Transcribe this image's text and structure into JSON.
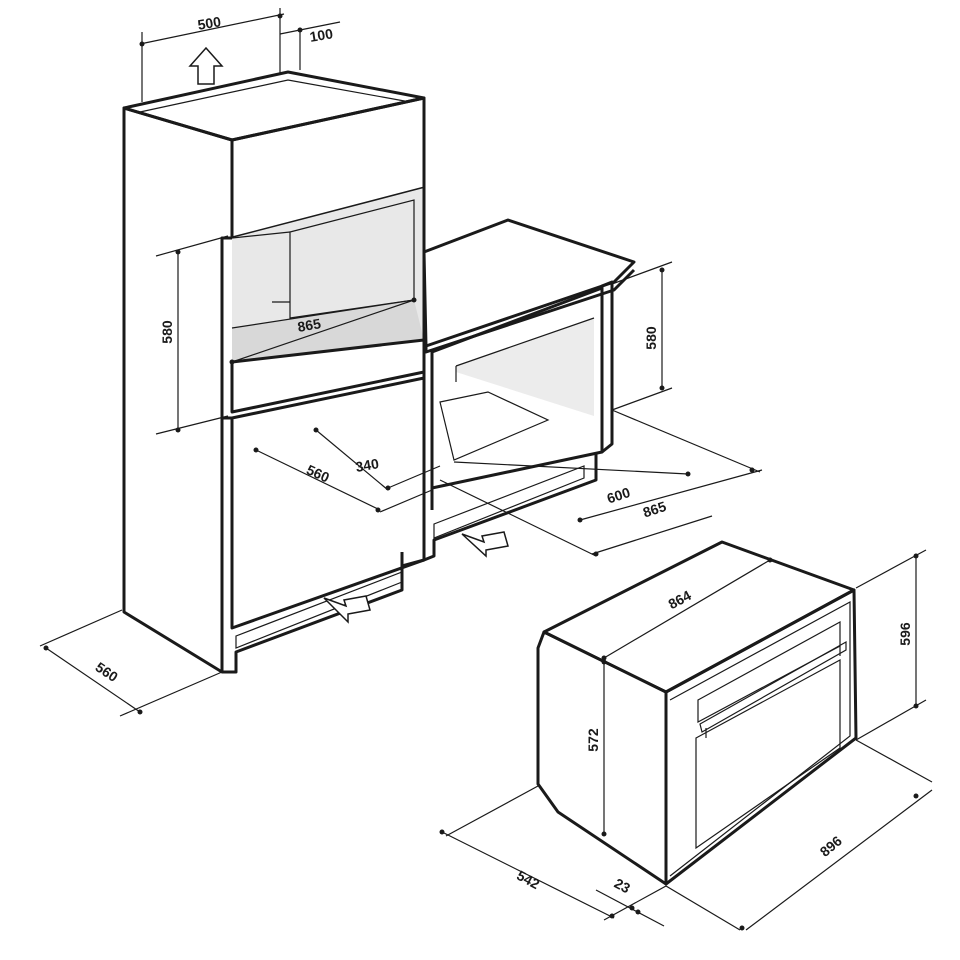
{
  "dimensions": {
    "cabinet_top_width": "500",
    "cabinet_top_gap": "100",
    "tall_opening_height": "580",
    "tall_opening_width": "865",
    "tall_cabinet_depth_inner": "560",
    "tall_cutout_depth": "340",
    "tall_cabinet_depth": "560",
    "base_opening_height": "580",
    "base_depth": "600",
    "base_width": "865",
    "oven_width": "864",
    "oven_front_height": "596",
    "oven_body_height": "572",
    "oven_depth": "542",
    "oven_front_thickness": "23",
    "oven_front_width": "896"
  },
  "colors": {
    "line": "#1a1a1a",
    "shadow": "#e6e6e6",
    "vent": "#9a9a9a",
    "glass_dark": "#2a2a2a",
    "glass_light": "#f2f2f2"
  },
  "icons": [
    "up-arrow-icon",
    "airflow-arrow-icon"
  ]
}
